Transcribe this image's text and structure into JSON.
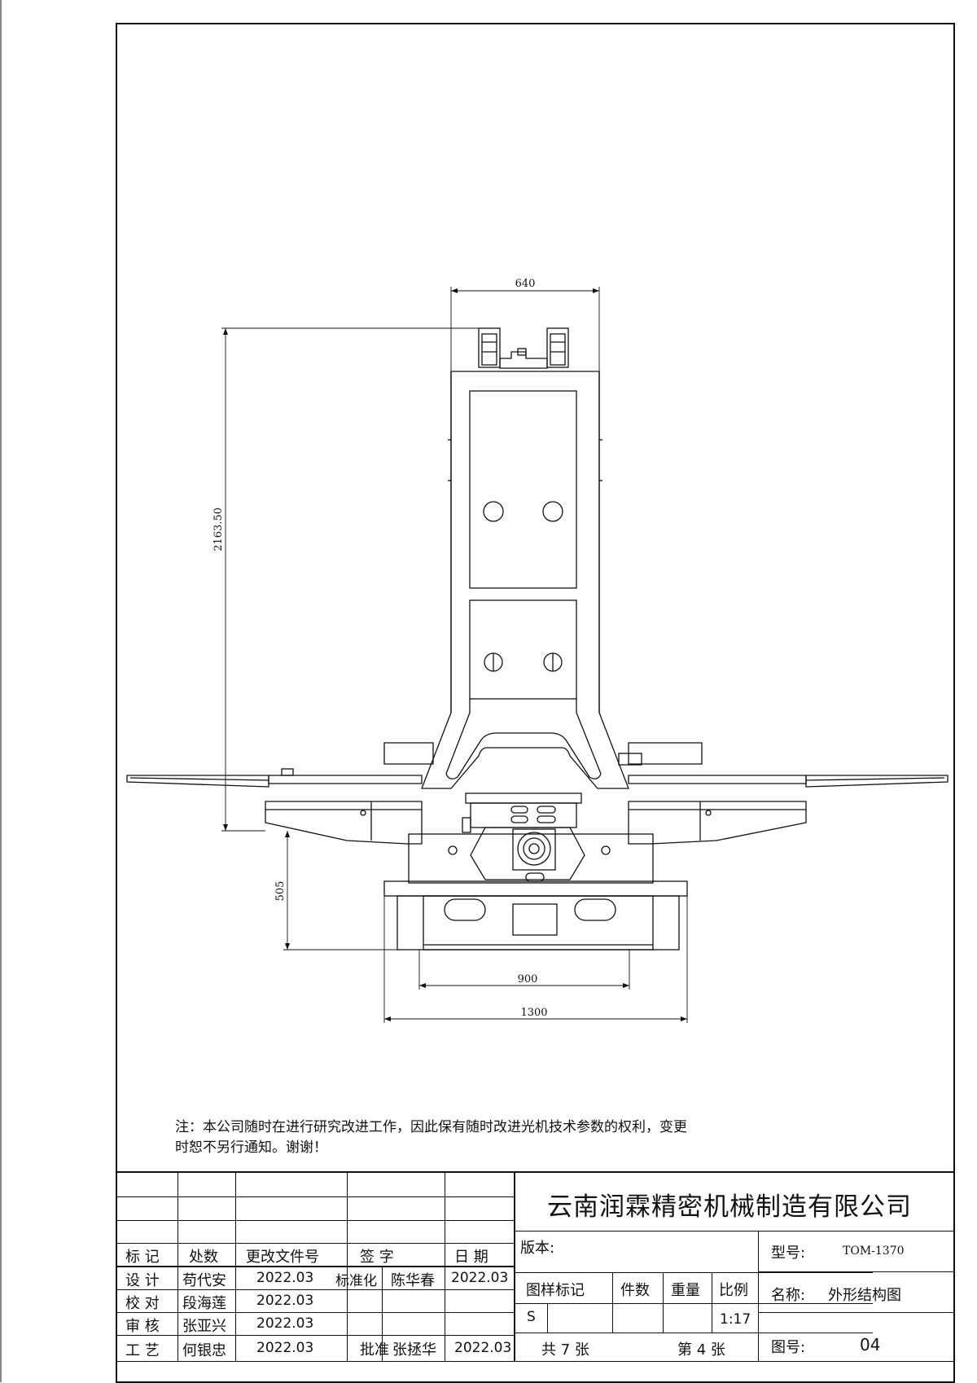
{
  "dimensions": {
    "width_640": "640",
    "height_2163": "2163.50",
    "height_505": "505",
    "width_900": "900",
    "width_1300": "1300"
  },
  "note": {
    "line1": "注：本公司随时在进行研究改进工作，因此保有随时改进光机技术参数的权利，变更",
    "line2": "时恕不另行通知。谢谢！"
  },
  "title_block": {
    "company": "云南润霖精密机械制造有限公司",
    "headers": {
      "mark": "标 记",
      "count": "处数",
      "change_doc": "更改文件号",
      "sign": "签 字",
      "date": "日 期"
    },
    "rows": [
      {
        "role": "设 计",
        "name": "苟代安",
        "date": "2022.03"
      },
      {
        "role": "校 对",
        "name": "段海莲",
        "date": "2022.03"
      },
      {
        "role": "审 核",
        "name": "张亚兴",
        "date": "2022.03"
      },
      {
        "role": "工 艺",
        "name": "何银忠",
        "date": "2022.03"
      }
    ],
    "standardization": {
      "label": "标准化",
      "name": "陈华春",
      "date": "2022.03"
    },
    "approval": {
      "label": "批准",
      "name": "张拯华",
      "date": "2022.03"
    },
    "version_label": "版本:",
    "pattern_mark": "图样标记",
    "quantity": "件数",
    "weight": "重量",
    "ratio": "比例",
    "s_mark": "S",
    "scale": "1:17",
    "total_sheets": "共 7 张",
    "sheet_no": "第 4 张",
    "model_label": "型号:",
    "model_value": "TOM-1370",
    "name_label": "名称:",
    "name_value": "外形结构图",
    "drawing_no_label": "图号:",
    "drawing_no_value": "04"
  }
}
